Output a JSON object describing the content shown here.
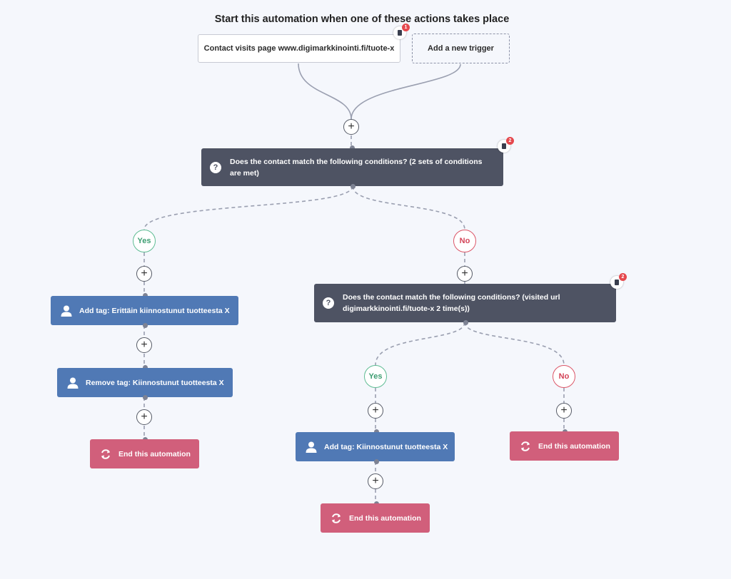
{
  "header": {
    "title": "Start this automation when one of these actions takes place"
  },
  "triggers": {
    "main": {
      "label": "Contact visits page www.digimarkkinointi.fi/tuote-x",
      "badge_count": "1"
    },
    "add": {
      "label": "Add a new trigger"
    }
  },
  "condition1": {
    "text": "Does the contact match the following conditions? (2 sets of conditions are met)",
    "badge_count": "2",
    "icon": "question-icon"
  },
  "condition2": {
    "text": "Does the contact match the following conditions? (visited url digimarkkinointi.fi/tuote-x 2 time(s))",
    "badge_count": "2",
    "icon": "question-icon"
  },
  "branches": {
    "yes1": "Yes",
    "no1": "No",
    "yes2": "Yes",
    "no2": "No"
  },
  "actions": {
    "add_tag_1": "Add tag: Erittäin kiinnostunut tuotteesta X",
    "remove_tag_1": "Remove tag: Kiinnostunut tuotteesta X",
    "end_1": "End this automation",
    "add_tag_2": "Add tag: Kiinnostunut tuotteesta X",
    "end_2": "End this automation",
    "end_3": "End this automation"
  },
  "plus_symbol": "+",
  "colors": {
    "condition_bg": "#4e5363",
    "tag_action_bg": "#5079b5",
    "end_action_bg": "#d15f7b",
    "yes_color": "#5ebc93",
    "no_color": "#dc5668",
    "badge_red": "#e5484d"
  }
}
